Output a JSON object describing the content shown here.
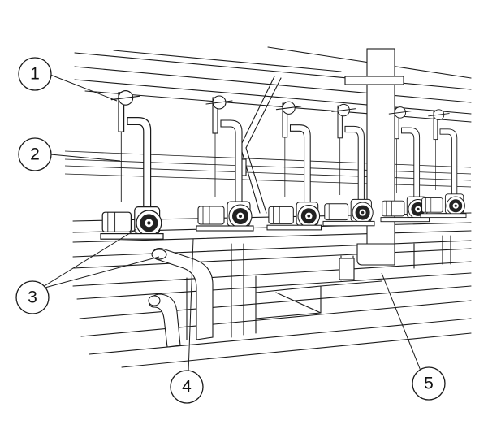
{
  "callouts": [
    {
      "id": "1",
      "label": "1"
    },
    {
      "id": "2",
      "label": "2"
    },
    {
      "id": "3",
      "label": "3"
    },
    {
      "id": "4",
      "label": "4"
    },
    {
      "id": "5",
      "label": "5"
    }
  ],
  "colors": {
    "line": "#1a1a1a",
    "background": "#ffffff",
    "pump_dark": "#222222"
  }
}
